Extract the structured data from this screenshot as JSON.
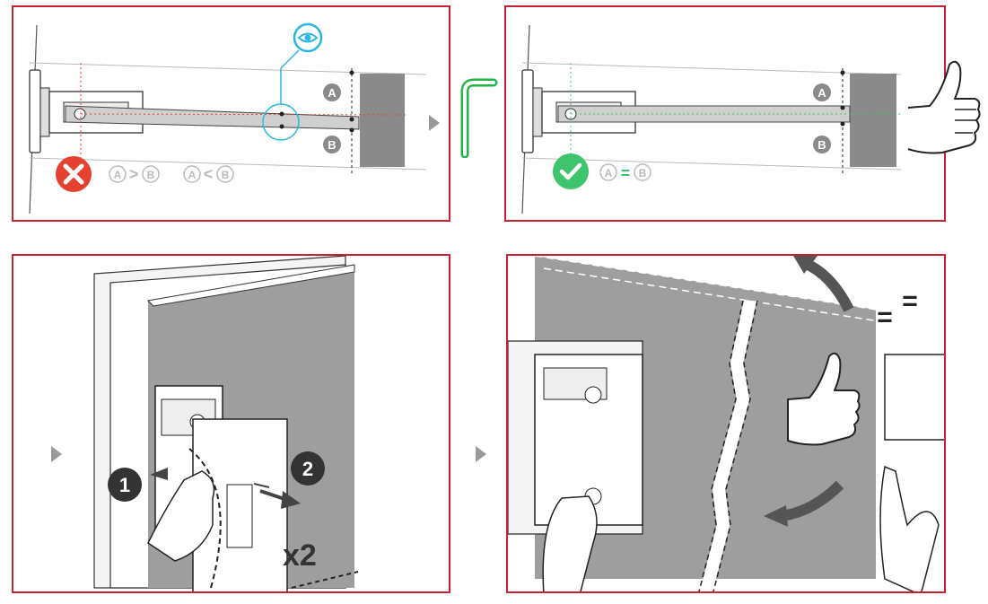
{
  "panels": {
    "p1": {
      "marker_a": "A",
      "marker_b": "B",
      "status": "wrong",
      "condition_1": {
        "left": "A",
        "op": ">",
        "right": "B"
      },
      "condition_2": {
        "left": "A",
        "op": "<",
        "right": "B"
      },
      "icons": [
        "eye-icon",
        "cross-icon"
      ]
    },
    "p2": {
      "marker_a": "A",
      "marker_b": "B",
      "status": "correct",
      "condition": {
        "left": "A",
        "op": "=",
        "right": "B"
      },
      "icons": [
        "allen-key-icon",
        "check-icon",
        "thumbs-up-icon"
      ]
    },
    "p3": {
      "step_1": "1",
      "step_2": "2",
      "repeat": "x2"
    },
    "p4": {
      "equal_mark_1": "=",
      "equal_mark_2": "=",
      "icons": [
        "thumbs-up-icon",
        "rotate-arrow-icon"
      ]
    }
  },
  "colors": {
    "frame": "#c8202f",
    "error": "#e5412f",
    "ok": "#3ec46d",
    "accent_eye": "#29b6e0",
    "key": "#23b34a",
    "wall": "#8a8a8a",
    "glass": "#a9a9a9"
  }
}
